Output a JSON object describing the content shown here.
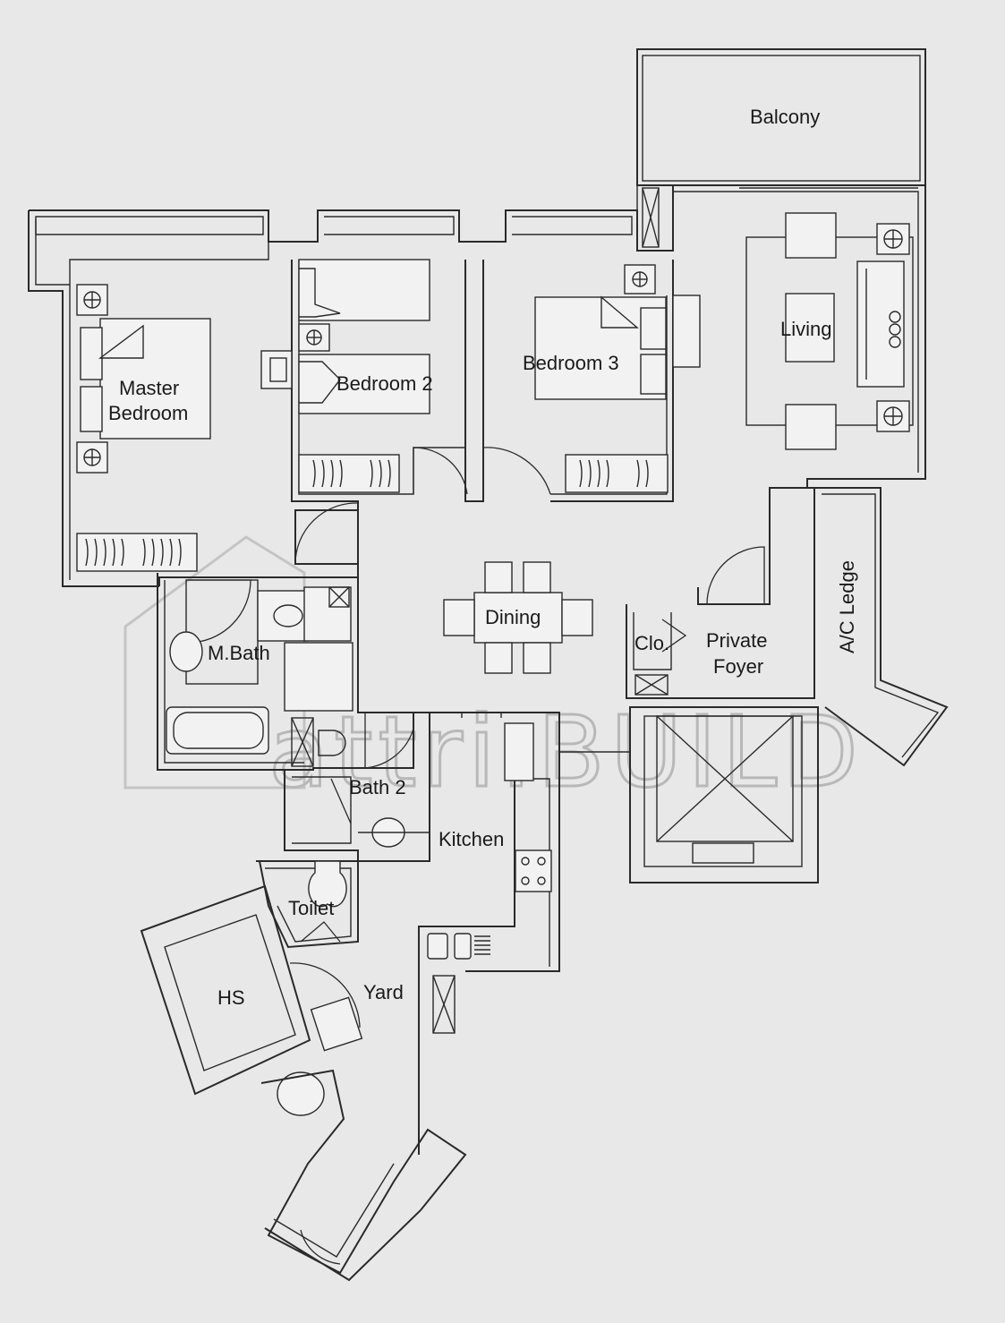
{
  "rooms": {
    "balcony": "Balcony",
    "living": "Living",
    "master_bedroom_line1": "Master",
    "master_bedroom_line2": "Bedroom",
    "bedroom2": "Bedroom 2",
    "bedroom3": "Bedroom 3",
    "dining": "Dining",
    "m_bath": "M.Bath",
    "bath2": "Bath 2",
    "kitchen": "Kitchen",
    "toilet": "Toilet",
    "hs": "HS",
    "yard": "Yard",
    "clo": "Clo.",
    "private_foyer_line1": "Private",
    "private_foyer_line2": "Foyer",
    "ac_ledge": "A/C Ledge"
  },
  "watermark": "attri.BUILD",
  "colors": {
    "background": "#e8e8e8",
    "line": "#2a2a2a",
    "watermark": "#b8b8b8"
  }
}
